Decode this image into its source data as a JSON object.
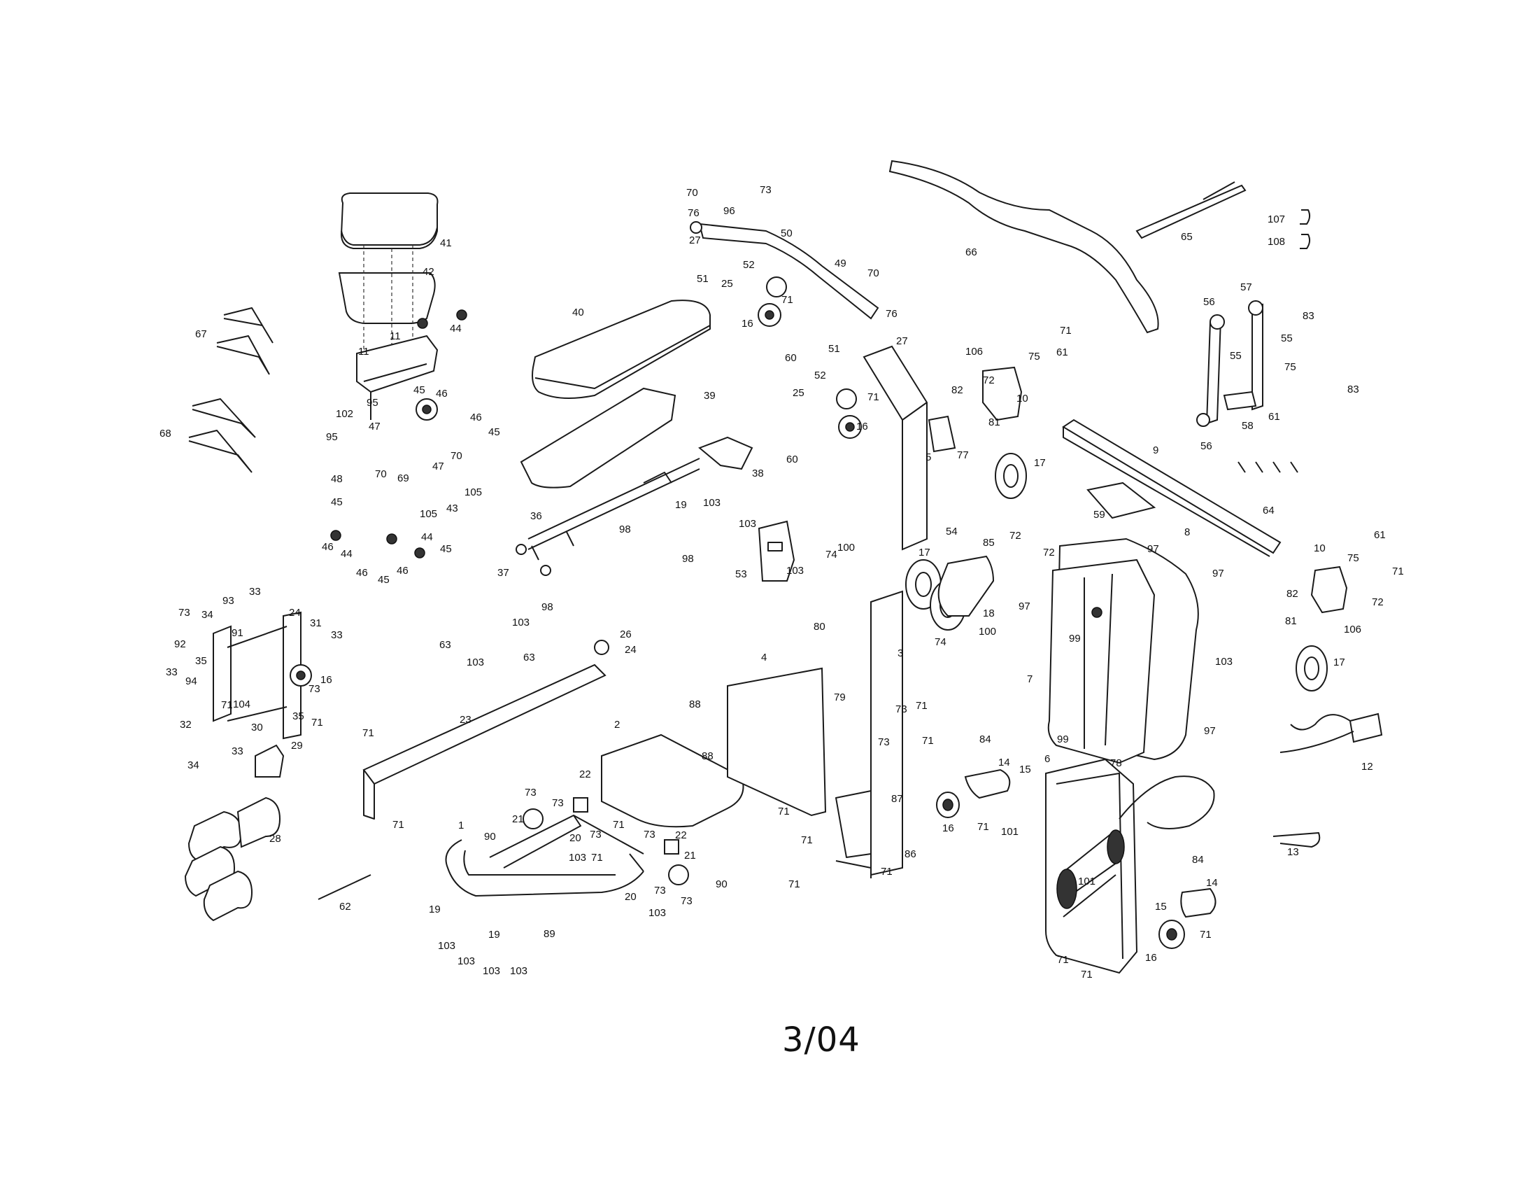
{
  "revision": "3/04",
  "callouts": {
    "n1": "1",
    "n2": "2",
    "n3": "3",
    "n4": "4",
    "n5": "5",
    "n6": "6",
    "n7": "7",
    "n8": "8",
    "n9": "9",
    "n10": "10",
    "n11": "11",
    "n12": "12",
    "n13": "13",
    "n14": "14",
    "n15": "15",
    "n16": "16",
    "n17": "17",
    "n18": "18",
    "n19": "19",
    "n20": "20",
    "n21": "21",
    "n22": "22",
    "n23": "23",
    "n24": "24",
    "n25": "25",
    "n26": "26",
    "n27": "27",
    "n28": "28",
    "n29": "29",
    "n30": "30",
    "n31": "31",
    "n32": "32",
    "n33": "33",
    "n34": "34",
    "n35": "35",
    "n36": "36",
    "n37": "37",
    "n38": "38",
    "n39": "39",
    "n40": "40",
    "n41": "41",
    "n42": "42",
    "n43": "43",
    "n44": "44",
    "n45": "45",
    "n46": "46",
    "n47": "47",
    "n48": "48",
    "n49": "49",
    "n50": "50",
    "n51": "51",
    "n52": "52",
    "n53": "53",
    "n54": "54",
    "n55": "55",
    "n56": "56",
    "n57": "57",
    "n58": "58",
    "n59": "59",
    "n60": "60",
    "n61": "61",
    "n62": "62",
    "n63": "63",
    "n64": "64",
    "n65": "65",
    "n66": "66",
    "n67": "67",
    "n68": "68",
    "n69": "69",
    "n70": "70",
    "n71": "71",
    "n72": "72",
    "n73": "73",
    "n74": "74",
    "n75": "75",
    "n76": "76",
    "n77": "77",
    "n78": "78",
    "n79": "79",
    "n80": "80",
    "n81": "81",
    "n82": "82",
    "n83": "83",
    "n84": "84",
    "n85": "85",
    "n86": "86",
    "n87": "87",
    "n88": "88",
    "n89": "89",
    "n90": "90",
    "n91": "91",
    "n92": "92",
    "n93": "93",
    "n94": "94",
    "n95": "95",
    "n96": "96",
    "n97": "97",
    "n98": "98",
    "n99": "99",
    "n100": "100",
    "n101": "101",
    "n102": "102",
    "n103": "103",
    "n104": "104",
    "n105": "105",
    "n106": "106",
    "n107": "107",
    "n108": "108"
  }
}
